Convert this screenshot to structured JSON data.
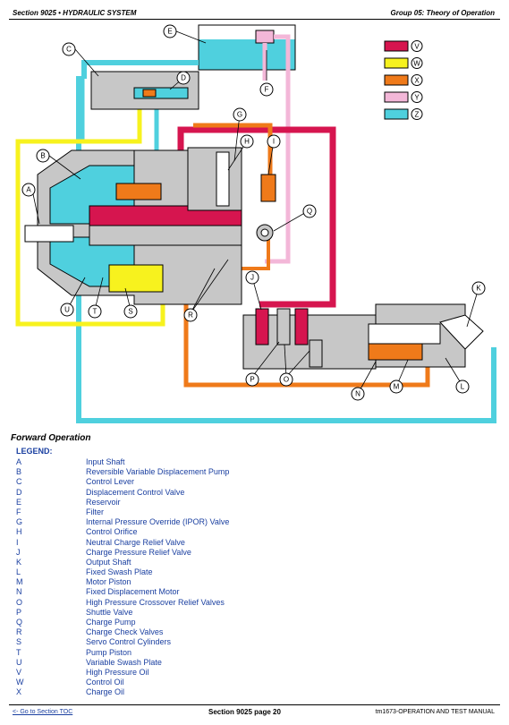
{
  "header": {
    "left": "Section 9025 • HYDRAULIC SYSTEM",
    "right": "Group 05: Theory of Operation"
  },
  "diagram": {
    "callouts": [
      "A",
      "B",
      "C",
      "D",
      "E",
      "F",
      "G",
      "H",
      "I",
      "J",
      "K",
      "L",
      "M",
      "N",
      "O",
      "P",
      "Q",
      "R",
      "S",
      "T",
      "U"
    ],
    "color_key": [
      {
        "letter": "V",
        "color": "#d6154f"
      },
      {
        "letter": "W",
        "color": "#f7f21e"
      },
      {
        "letter": "X",
        "color": "#ef7a1a"
      },
      {
        "letter": "Y",
        "color": "#f3b7d8"
      },
      {
        "letter": "Z",
        "color": "#4fd0de"
      }
    ]
  },
  "caption": "Forward Operation",
  "legend": {
    "title": "LEGEND:",
    "items": [
      {
        "key": "A",
        "label": "Input Shaft"
      },
      {
        "key": "B",
        "label": "Reversible Variable Displacement Pump"
      },
      {
        "key": "C",
        "label": "Control Lever"
      },
      {
        "key": "D",
        "label": "Displacement Control Valve"
      },
      {
        "key": "E",
        "label": "Reservoir"
      },
      {
        "key": "F",
        "label": "Filter"
      },
      {
        "key": "G",
        "label": "Internal Pressure Override (IPOR) Valve"
      },
      {
        "key": "H",
        "label": "Control Orifice"
      },
      {
        "key": "I",
        "label": "Neutral Charge Relief Valve"
      },
      {
        "key": "J",
        "label": "Charge Pressure Relief Valve"
      },
      {
        "key": "K",
        "label": "Output Shaft"
      },
      {
        "key": "L",
        "label": "Fixed Swash Plate"
      },
      {
        "key": "M",
        "label": "Motor Piston"
      },
      {
        "key": "N",
        "label": "Fixed Displacement Motor"
      },
      {
        "key": "O",
        "label": "High Pressure Crossover Relief Valves"
      },
      {
        "key": "P",
        "label": "Shuttle Valve"
      },
      {
        "key": "Q",
        "label": "Charge Pump"
      },
      {
        "key": "R",
        "label": "Charge Check Valves"
      },
      {
        "key": "S",
        "label": "Servo Control Cylinders"
      },
      {
        "key": "T",
        "label": "Pump Piston"
      },
      {
        "key": "U",
        "label": "Variable Swash Plate"
      },
      {
        "key": "V",
        "label": "High Pressure Oil"
      },
      {
        "key": "W",
        "label": "Control Oil"
      },
      {
        "key": "X",
        "label": "Charge Oil"
      }
    ]
  },
  "footer": {
    "toc_link": "<- Go to Section TOC",
    "page": "Section 9025 page 20",
    "manual": "tm1673-OPERATION AND TEST MANUAL"
  }
}
